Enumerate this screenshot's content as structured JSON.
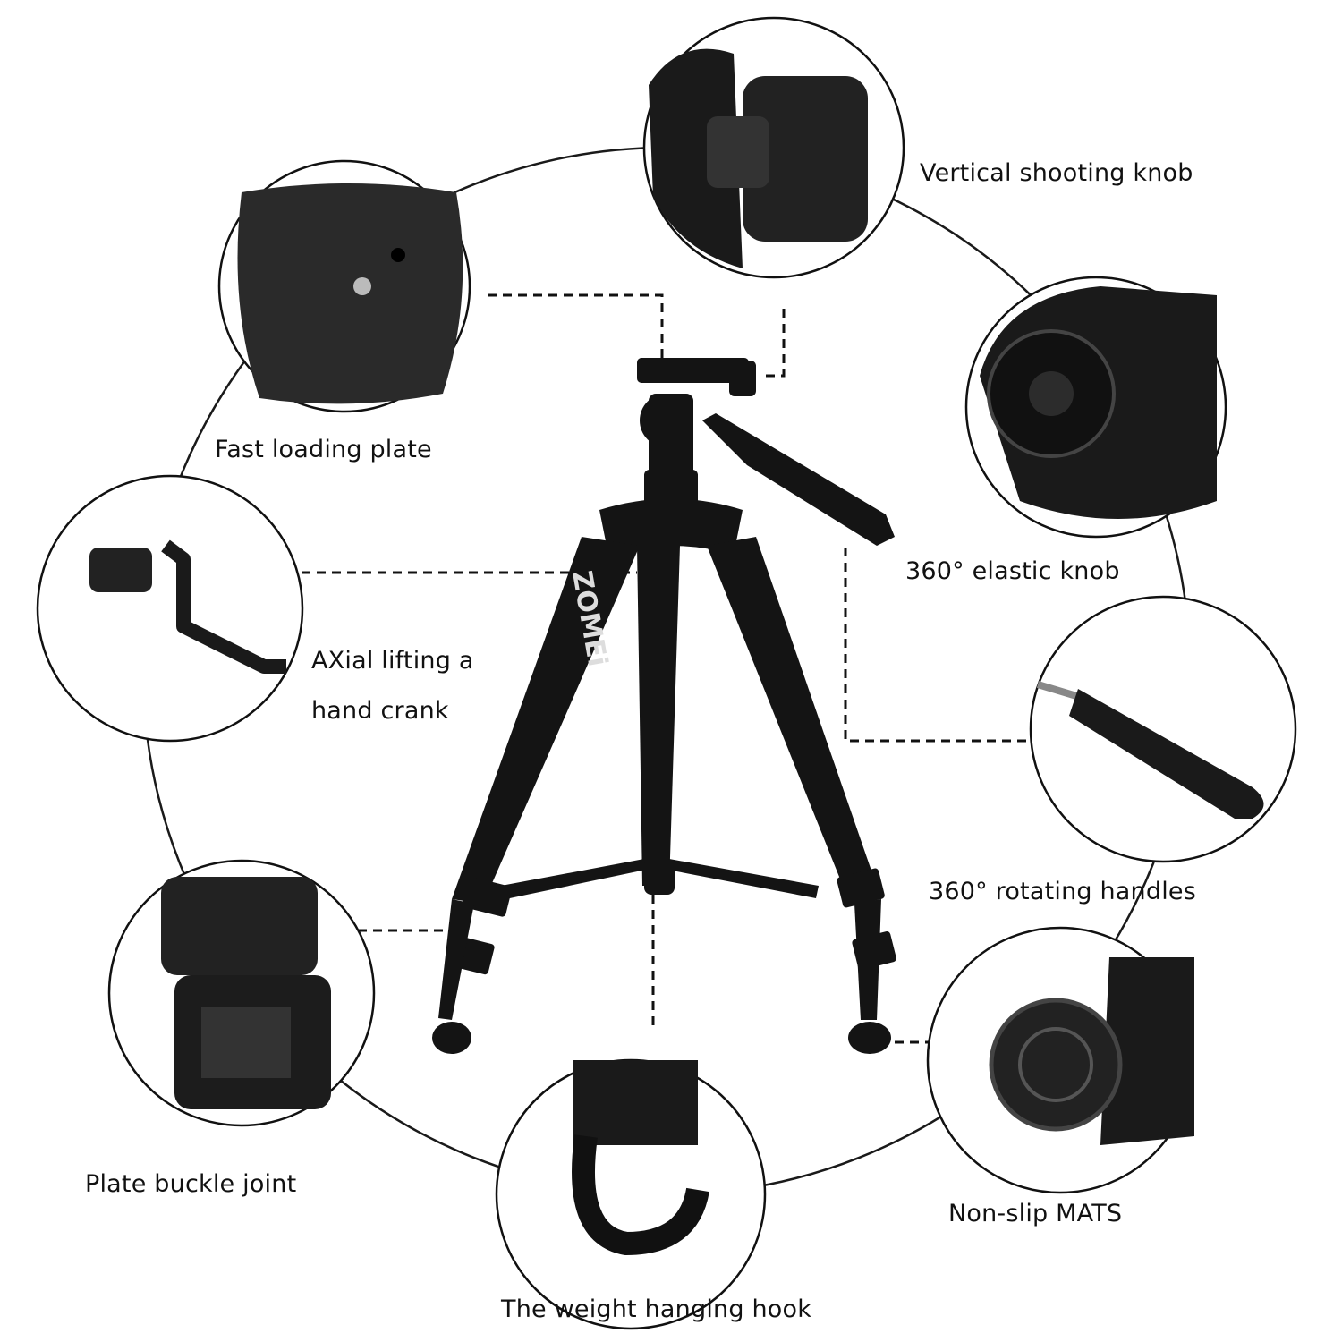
{
  "brand": "ZOMEi",
  "colors": {
    "ink": "#111111",
    "outline": "#1a1a1a",
    "product": "#141414",
    "background": "#ffffff"
  },
  "features": [
    {
      "id": "plate",
      "label": "Fast loading plate"
    },
    {
      "id": "vertical-knob",
      "label": "Vertical shooting knob"
    },
    {
      "id": "elastic-knob",
      "label": "360° elastic knob"
    },
    {
      "id": "crank",
      "label_line1": "AXial lifting a",
      "label_line2": "hand crank"
    },
    {
      "id": "handle",
      "label": "360° rotating handles"
    },
    {
      "id": "buckle",
      "label": "Plate buckle joint"
    },
    {
      "id": "hook",
      "label": "The weight hanging hook"
    },
    {
      "id": "mats",
      "label": "Non-slip MATS"
    }
  ]
}
